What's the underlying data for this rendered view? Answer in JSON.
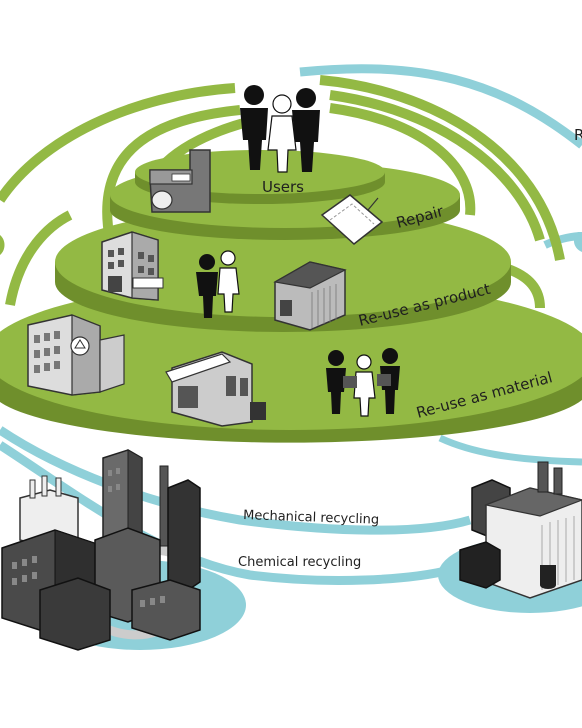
{
  "tiers": {
    "users": "Users",
    "repair": "Repair",
    "reuse_product": "Re-use as product",
    "reuse_material": "Re-use as material"
  },
  "flows": {
    "mechanical": "Mechanical recycling",
    "chemical": "Chemical recycling",
    "edge_fragment": "R"
  },
  "colors": {
    "green": "#93b944",
    "green_dark": "#6f8f2c",
    "teal": "#8fd0d9",
    "teal_dark": "#5fb3bf",
    "building": "#4a4a4a"
  }
}
